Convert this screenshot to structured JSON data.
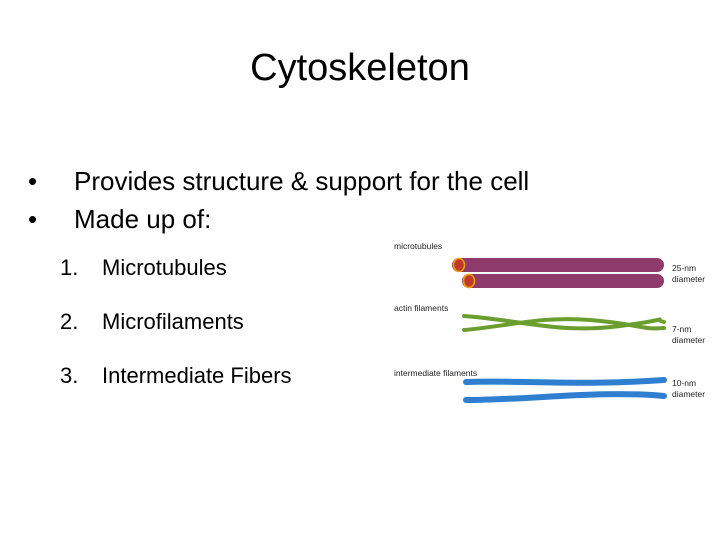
{
  "slide": {
    "title": "Cytoskeleton",
    "bullets": [
      {
        "marker": "•",
        "text": "Provides structure & support for the cell"
      },
      {
        "marker": "•",
        "text": "Made up of:"
      }
    ],
    "numbered": [
      {
        "number": "1.",
        "text": "Microtubules"
      },
      {
        "number": "2.",
        "text": "Microfilaments"
      },
      {
        "number": "3.",
        "text": "Intermediate Fibers"
      }
    ]
  },
  "figure": {
    "microtubules": {
      "label": "microtubules",
      "size": "25-nm",
      "unit": "diameter",
      "color": "#8e3a6b"
    },
    "actin": {
      "label": "actin filaments",
      "size": "7-nm",
      "unit": "diameter",
      "color": "#6a9e2e"
    },
    "intermediate": {
      "label": "intermediate filaments",
      "size": "10-nm",
      "unit": "diameter",
      "color": "#2f7fd0"
    }
  }
}
